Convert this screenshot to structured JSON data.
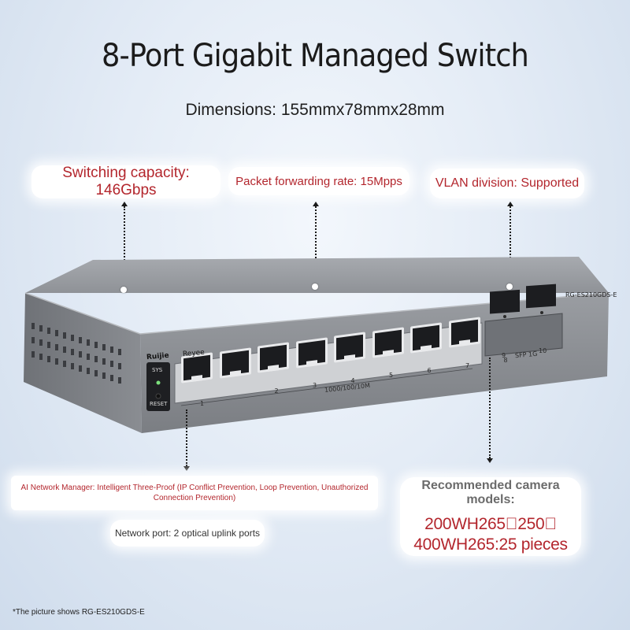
{
  "title": "8-Port Gigabit Managed Switch",
  "dimensions": "Dimensions: 155mmx78mmx28mm",
  "specs": {
    "switching_capacity": "Switching capacity: 146Gbps",
    "packet_forwarding": "Packet forwarding rate: 15Mpps",
    "vlan": "VLAN division: Supported",
    "ai_manager_line1": "AI Network Manager: Intelligent Three-Proof (IP Conflict Prevention, Loop Prevention, Unauthorized",
    "ai_manager_line2": "Connection Prevention)",
    "network_port": "Network port: 2 optical uplink ports"
  },
  "camera": {
    "title": "Recommended camera models:",
    "line1": "200WH265\u0000250\u0000",
    "line2": "400WH265:25 pieces"
  },
  "device": {
    "model": "RG-ES210GDS-E",
    "brand_ruijie": "Ruijie",
    "brand_reyee": "Reyee",
    "sys_label": "SYS",
    "reset_label": "RESET",
    "speed_label": "1000/100/10M",
    "sfp_label": "SFP 1G",
    "ports": [
      "1",
      "2",
      "3",
      "4",
      "5",
      "6",
      "7",
      "8"
    ],
    "sfp_ports": [
      "9",
      "10"
    ]
  },
  "footnote": "*The picture shows RG-ES210GDS-E",
  "colors": {
    "accent_red": "#b3262d",
    "chassis": "#8e9196",
    "background": "#e4ecf6"
  }
}
